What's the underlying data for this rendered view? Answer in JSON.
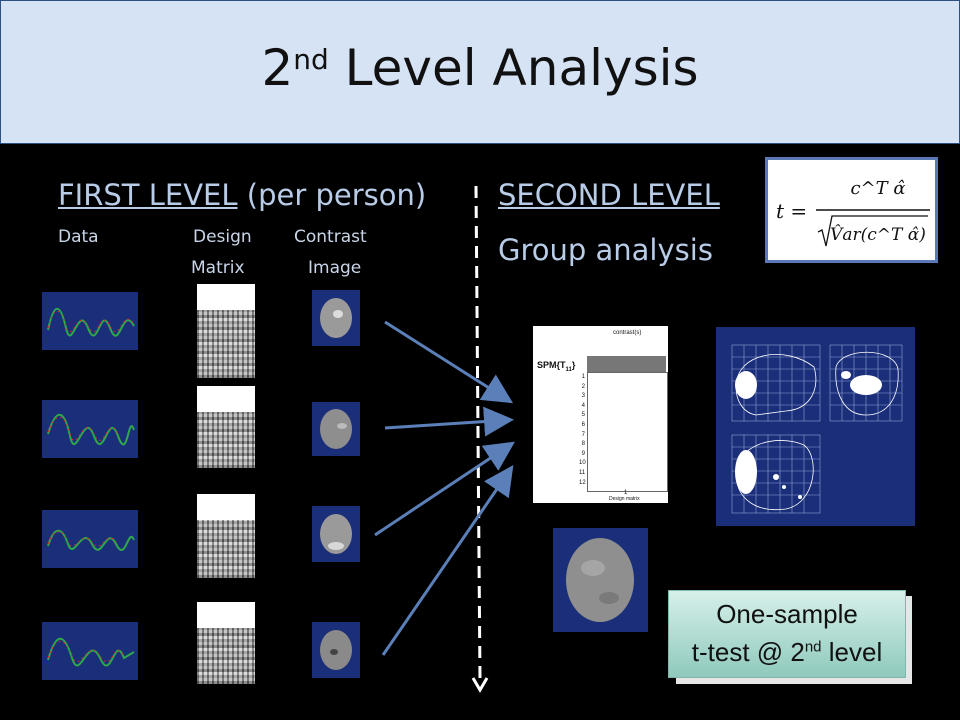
{
  "title": {
    "main": "2",
    "sup": "nd",
    "rest": " Level Analysis"
  },
  "first_level": {
    "heading": "FIRST LEVEL",
    "suffix": " (per person)",
    "col_data": "Data",
    "col_design_1": "Design",
    "col_design_2": "Matrix",
    "col_contrast_1": "Contrast",
    "col_contrast_2": "Image"
  },
  "second_level": {
    "heading": "SECOND LEVEL",
    "subheading": "Group analysis"
  },
  "formula": {
    "lhs": "t =",
    "numerator": "c^T α̂",
    "denominator": "V̂ar(c^T α̂)"
  },
  "spm": {
    "contrast_label": "contrast(s)",
    "spm_label": "SPM{T",
    "spm_sub": "11",
    "spm_close": "}",
    "rows": [
      "1",
      "2",
      "3",
      "4",
      "5",
      "6",
      "7",
      "8",
      "9",
      "10",
      "11",
      "12"
    ],
    "x_tick": "1",
    "x_label": "Design matrix"
  },
  "ttest": {
    "line1": "One-sample",
    "line2a": "t-test @ 2",
    "line2sup": "nd",
    "line2b": " level"
  },
  "colors": {
    "title_bg": "#d6e3f5",
    "heading_text": "#b8cce8",
    "arrow": "#5b7fb8",
    "panel": "#1b2e7a",
    "box_teal": "#8fc9bd"
  },
  "icons": [
    "down-arrow-icon",
    "arrow-icon"
  ]
}
